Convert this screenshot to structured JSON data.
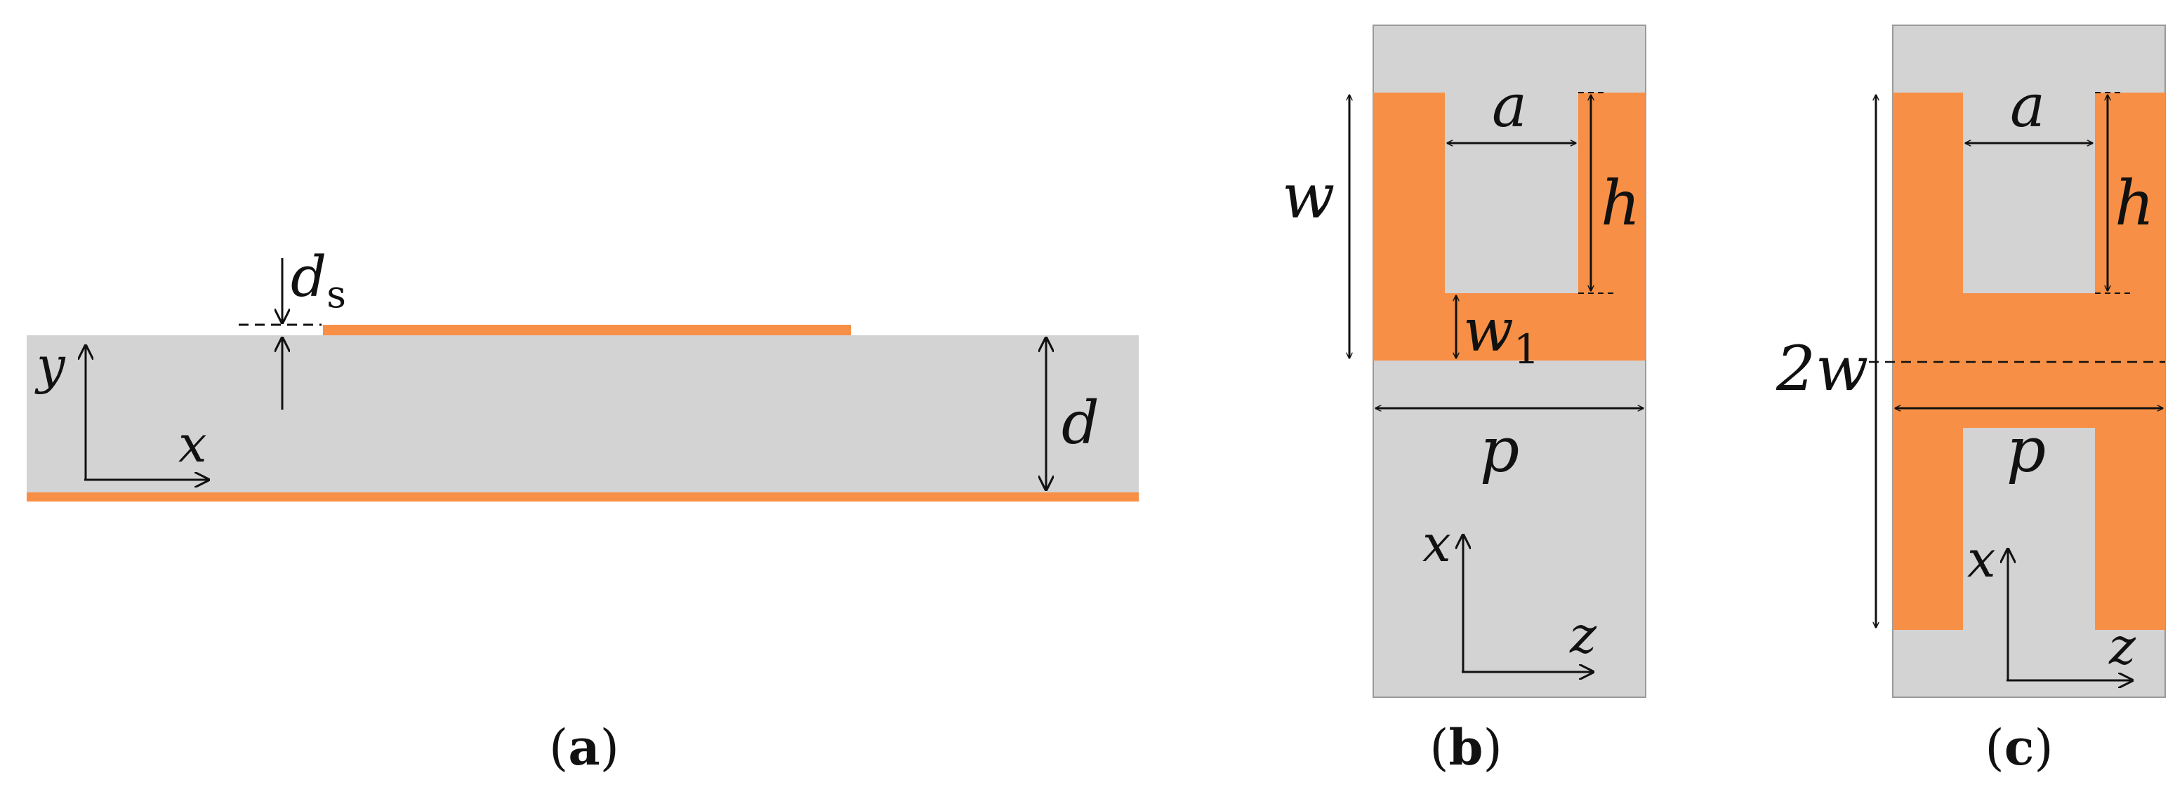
{
  "colors": {
    "substrate": "#d3d3d3",
    "metal": "#f79046",
    "outline": "#9a9a9a",
    "ink": "#111111"
  },
  "panel_a": {
    "ds_main": "d",
    "ds_sub": "s",
    "d": "d",
    "axis_y": "y",
    "axis_x": "x",
    "caption": {
      "open": "(",
      "letter": "a",
      "close": ")"
    }
  },
  "panel_b": {
    "a": "a",
    "h": "h",
    "w": "w",
    "w1_main": "w",
    "w1_sub": "1",
    "p": "p",
    "axis_x": "x",
    "axis_z": "z",
    "caption": {
      "open": "(",
      "letter": "b",
      "close": ")"
    }
  },
  "panel_c": {
    "a": "a",
    "h": "h",
    "two_w": "2w",
    "p": "p",
    "axis_x": "x",
    "axis_z": "z",
    "caption": {
      "open": "(",
      "letter": "c",
      "close": ")"
    }
  }
}
